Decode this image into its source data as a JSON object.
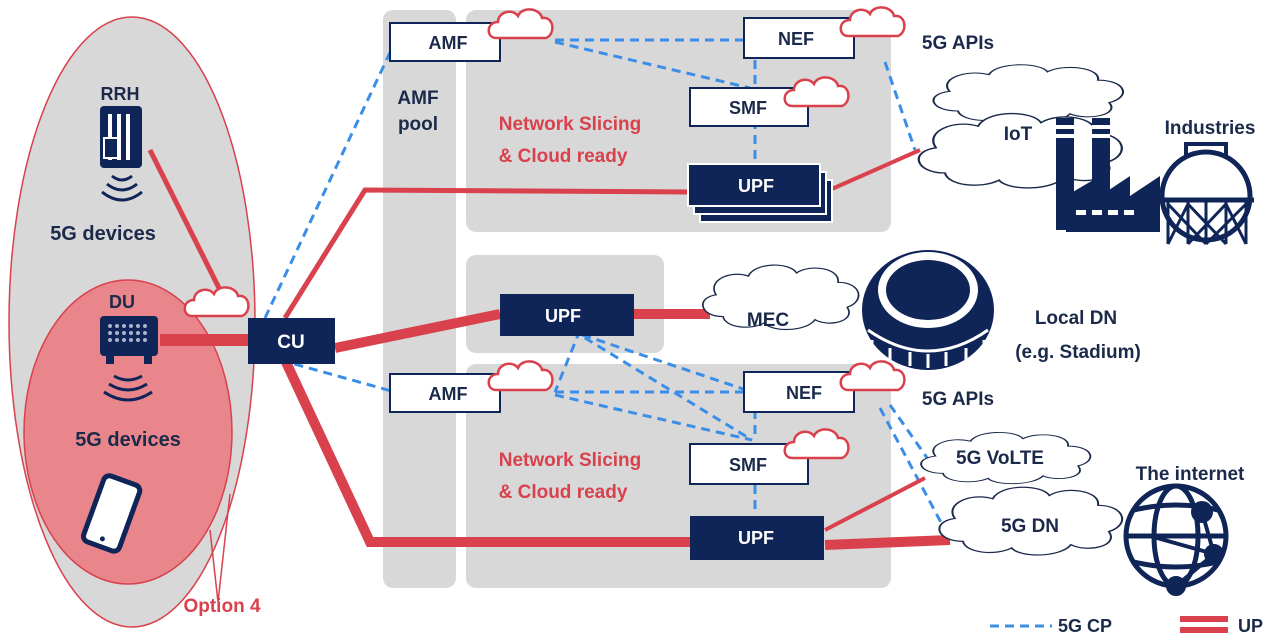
{
  "colors": {
    "navy": "#0f2557",
    "red": "#d9414d",
    "light_red": "#e8868c",
    "cp_blue": "#3b8ee8",
    "panel_gray": "#d8d8d8",
    "text_dark": "#1b2a4a"
  },
  "ran": {
    "rrh_label": "RRH",
    "du_label": "DU",
    "devices_top": "5G devices",
    "devices_bottom": "5G devices",
    "option_label": "Option 4",
    "cu_label": "CU"
  },
  "amf_pool": {
    "line1": "AMF",
    "line2": "pool"
  },
  "slice_top": {
    "amf": "AMF",
    "nef": "NEF",
    "smf": "SMF",
    "upf": "UPF",
    "title_line1": "Network Slicing",
    "title_line2": "& Cloud ready",
    "apis": "5G APIs"
  },
  "slice_mid": {
    "upf": "UPF",
    "mec": "MEC"
  },
  "slice_bottom": {
    "amf": "AMF",
    "nef": "NEF",
    "smf": "SMF",
    "upf": "UPF",
    "title_line1": "Network Slicing",
    "title_line2": "& Cloud ready",
    "apis": "5G APIs"
  },
  "destinations": {
    "iot": "IoT",
    "industries": "Industries",
    "local_dn_line1": "Local DN",
    "local_dn_line2": "(e.g. Stadium)",
    "volte": "5G VoLTE",
    "dn": "5G DN",
    "internet": "The internet"
  },
  "legend": {
    "cp": "5G CP",
    "up": "UP"
  }
}
